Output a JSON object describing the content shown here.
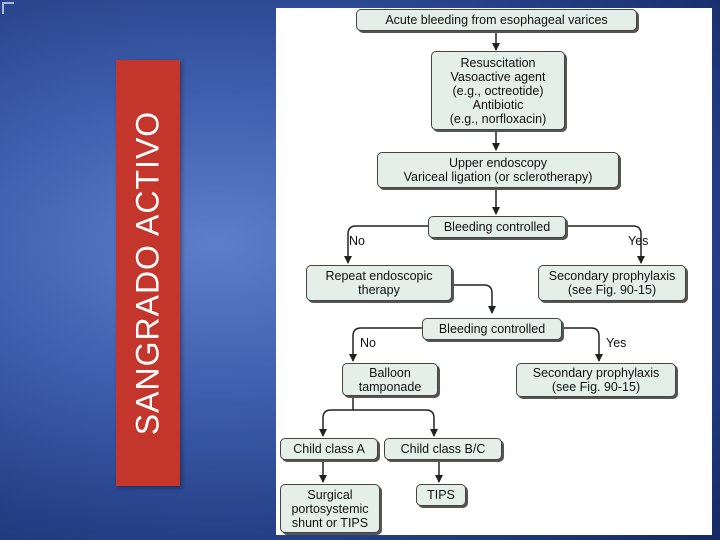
{
  "slide": {
    "side_title": "SANGRADO ACTIVO"
  },
  "flowchart": {
    "nodes": {
      "acute_bleeding": [
        "Acute bleeding from esophageal varices"
      ],
      "resuscitation": [
        "Resuscitation",
        "Vasoactive agent",
        "(e.g., octreotide)",
        "Antibiotic",
        "(e.g., norfloxacin)"
      ],
      "upper_endoscopy": [
        "Upper endoscopy",
        "Variceal ligation (or sclerotherapy)"
      ],
      "bleeding_controlled_1": [
        "Bleeding controlled"
      ],
      "repeat_endoscopic": [
        "Repeat endoscopic",
        "therapy"
      ],
      "secondary_prophylaxis_1": [
        "Secondary prophylaxis",
        "(see Fig. 90-15)"
      ],
      "bleeding_controlled_2": [
        "Bleeding controlled"
      ],
      "balloon_tamponade": [
        "Balloon",
        "tamponade"
      ],
      "secondary_prophylaxis_2": [
        "Secondary prophylaxis",
        "(see Fig. 90-15)"
      ],
      "child_class_a": [
        "Child class A"
      ],
      "child_class_bc": [
        "Child class B/C"
      ],
      "surgical_shunt": [
        "Surgical",
        "portosystemic",
        "shunt or TIPS"
      ],
      "tips": [
        "TIPS"
      ]
    },
    "edge_labels": {
      "no_1": "No",
      "yes_1": "Yes",
      "no_2": "No",
      "yes_2": "Yes"
    }
  }
}
